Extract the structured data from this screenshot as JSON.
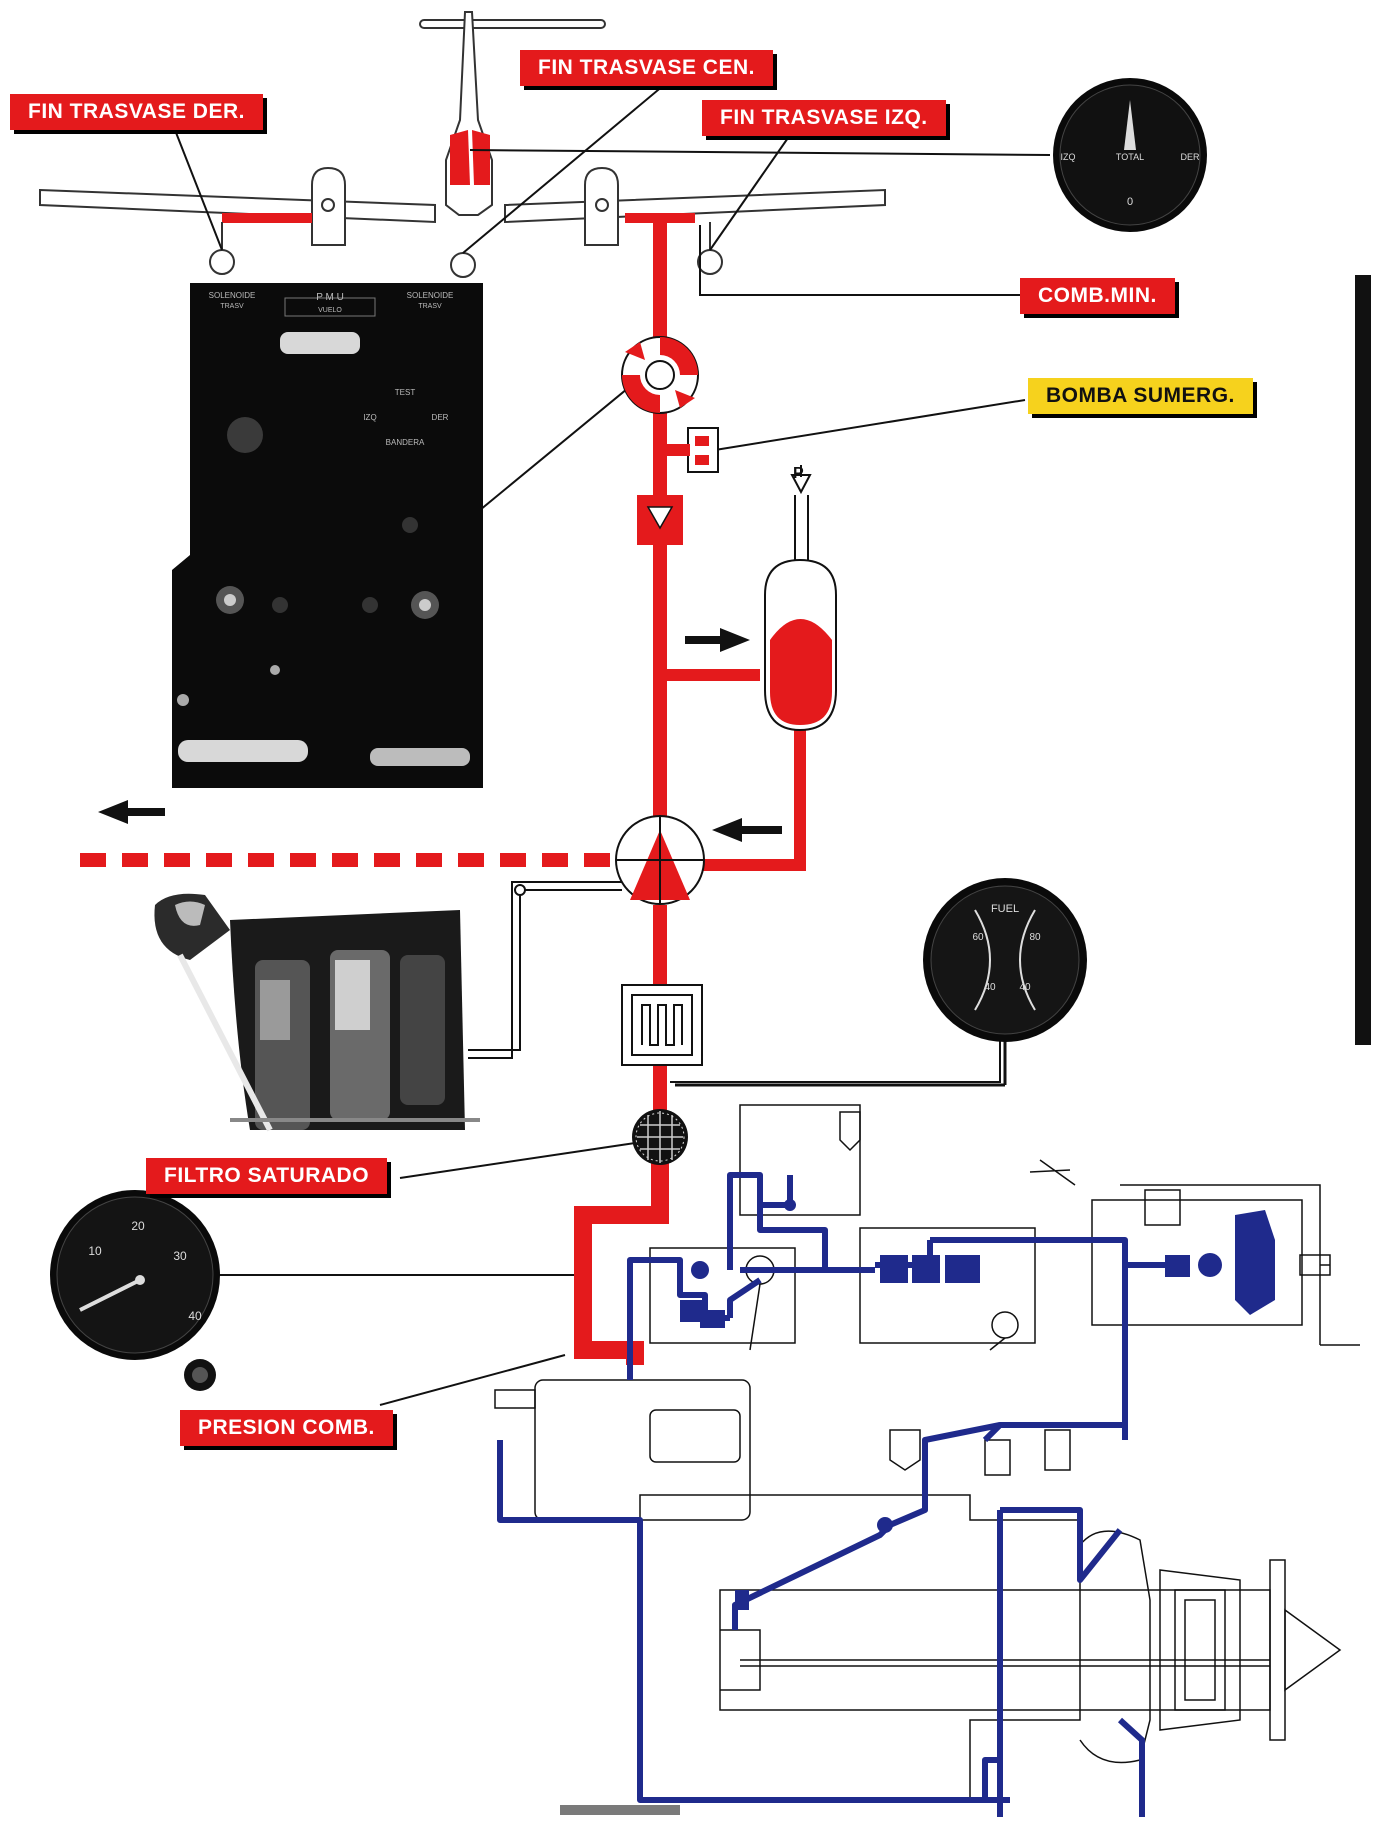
{
  "labels": {
    "fin_trasvase_der": "FIN TRASVASE DER.",
    "fin_trasvase_cen": "FIN TRASVASE CEN.",
    "fin_trasvase_izq": "FIN TRASVASE IZQ.",
    "comb_min": "COMB.MIN.",
    "bomba_sumerg": "BOMBA SUMERG.",
    "filtro_saturado": "FILTRO SATURADO",
    "presion_comb": "PRESION COMB."
  },
  "panel": {
    "left_title": "SOLENOIDE",
    "left_sub": "TRASV",
    "center_title": "P M U",
    "center_sub": "VUELO",
    "right_title": "SOLENOIDE",
    "right_sub": "TRASV",
    "test": "TEST",
    "izq": "IZQ",
    "der": "DER",
    "bandera": "BANDERA"
  },
  "gauges": {
    "tank_selector": {
      "left": "IZQ",
      "center": "TOTAL",
      "right": "DER",
      "bottom": "0"
    },
    "fuel_qty": {
      "title": "FUEL",
      "marks": [
        "60",
        "80",
        "40",
        "40"
      ]
    },
    "pressure": {
      "marks": [
        "10",
        "20",
        "30",
        "40"
      ]
    }
  },
  "colors": {
    "fuel_line": "#e41a1c",
    "control_line": "#1f2a8c",
    "label_red": "#e41a1c",
    "label_yellow": "#f6d21d"
  }
}
